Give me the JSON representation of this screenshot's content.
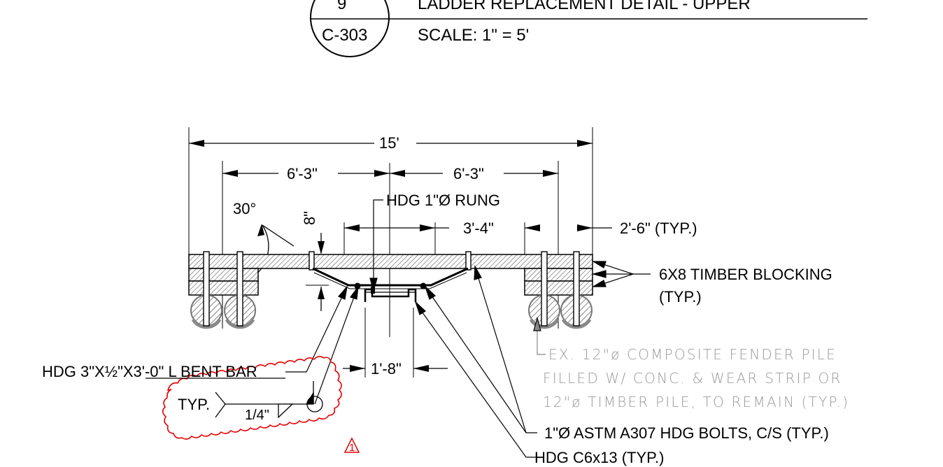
{
  "title_block": {
    "detail_number": "9",
    "sheet_ref": "C-303",
    "title": "LADDER REPLACEMENT DETAIL - UPPER",
    "scale": "SCALE:  1\" = 5'"
  },
  "dimensions": {
    "overall_width": "15'",
    "left_half": "6'-3\"",
    "right_half": "6'-3\"",
    "angle": "30°",
    "rung_offset": "8\"",
    "bar_spacing": "3'-4\"",
    "pile_spacing": "2'-6\" (TYP.)",
    "channel_width": "1'-8\""
  },
  "callouts": {
    "rung": "HDG 1\"Ø RUNG",
    "timber_line1": "6X8 TIMBER  BLOCKING",
    "timber_line2": "(TYP.)",
    "bent_bar": "HDG 3\"X½\"X3'-0\" L BENT BAR",
    "bolts": "1\"Ø ASTM A307 HDG BOLTS, C/S (TYP.)",
    "channel": "HDG C6x13 (TYP.)",
    "existing_pile_line1": "EX. 12\"ø COMPOSITE FENDER PILE",
    "existing_pile_line2": "FILLED W/ CONC. & WEAR STRIP OR",
    "existing_pile_line3": "12\"ø TIMBER PILE, TO REMAIN (TYP.)"
  },
  "weld_symbol": {
    "tail_note": "TYP.",
    "size": "1/4\""
  },
  "revision": {
    "number": "1",
    "cloud_color": "#e30000"
  }
}
